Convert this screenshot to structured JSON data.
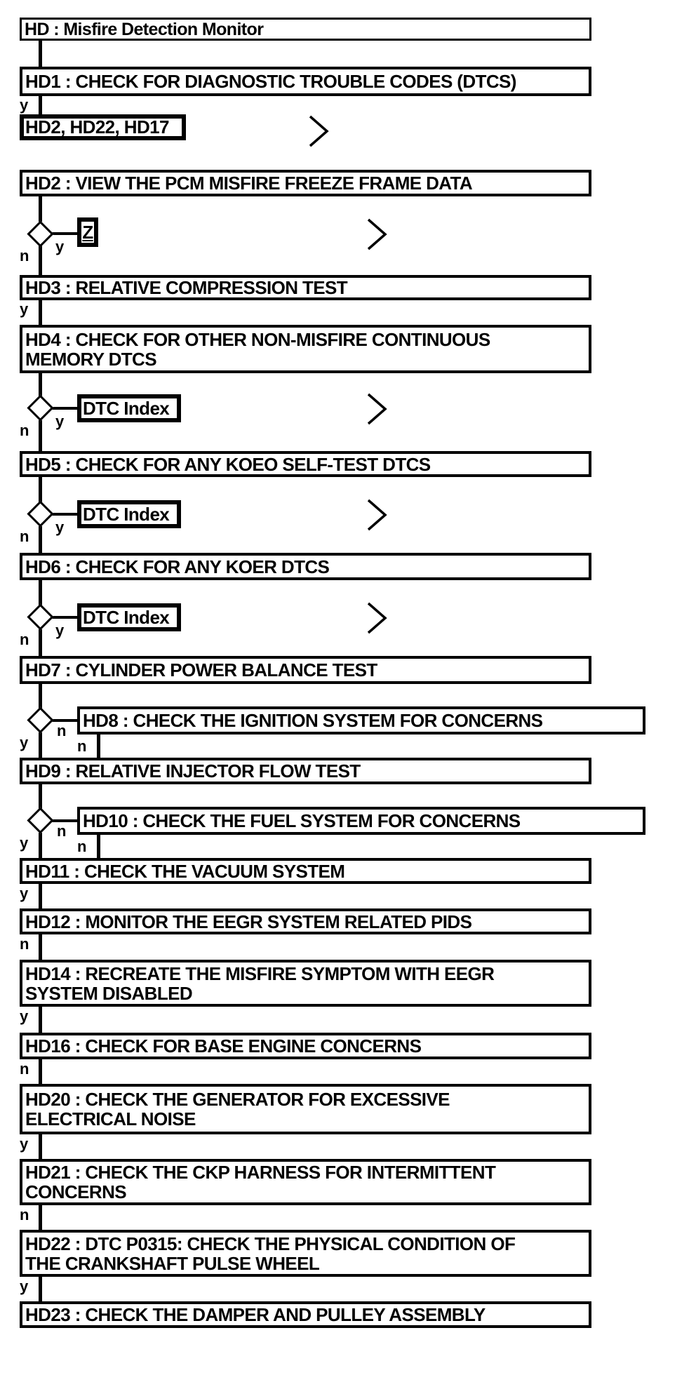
{
  "diagram": {
    "title": "HD : Misfire Detection Monitor",
    "nodes": {
      "hd1": "HD1 : CHECK FOR DIAGNOSTIC TROUBLE CODES (DTCS)",
      "hd2": "HD2 : VIEW THE PCM MISFIRE FREEZE FRAME DATA",
      "hd3": "HD3 : RELATIVE COMPRESSION TEST",
      "hd4": "HD4 : CHECK FOR OTHER NON-MISFIRE CONTINUOUS\nMEMORY DTCS",
      "hd5": "HD5 : CHECK FOR ANY KOEO SELF-TEST DTCS",
      "hd6": "HD6 : CHECK FOR ANY KOER DTCS",
      "hd7": "HD7 : CYLINDER POWER BALANCE TEST",
      "hd8": "HD8 : CHECK THE IGNITION SYSTEM FOR CONCERNS",
      "hd9": "HD9 : RELATIVE INJECTOR FLOW TEST",
      "hd10": "HD10 : CHECK THE FUEL SYSTEM FOR CONCERNS",
      "hd11": "HD11 : CHECK THE VACUUM SYSTEM",
      "hd12": "HD12 : MONITOR THE EEGR SYSTEM RELATED PIDS",
      "hd14": "HD14 : RECREATE THE MISFIRE SYMPTOM WITH EEGR\nSYSTEM DISABLED",
      "hd16": "HD16 : CHECK FOR BASE ENGINE CONCERNS",
      "hd20": "HD20 : CHECK THE GENERATOR FOR EXCESSIVE\nELECTRICAL NOISE",
      "hd21": "HD21 : CHECK THE CKP HARNESS FOR INTERMITTENT\nCONCERNS",
      "hd22": "HD22 : DTC P0315: CHECK THE PHYSICAL CONDITION OF\nTHE CRANKSHAFT PULSE WHEEL",
      "hd23": "HD23 : CHECK THE DAMPER AND PULLEY ASSEMBLY"
    },
    "references": {
      "hd1_targets": "HD2, HD22, HD17",
      "freeze_frame": "Z",
      "dtc_index": "DTC Index"
    },
    "branch_labels": {
      "yes": "y",
      "no": "n"
    },
    "colors": {
      "ink": "#000000",
      "background": "#ffffff"
    }
  }
}
